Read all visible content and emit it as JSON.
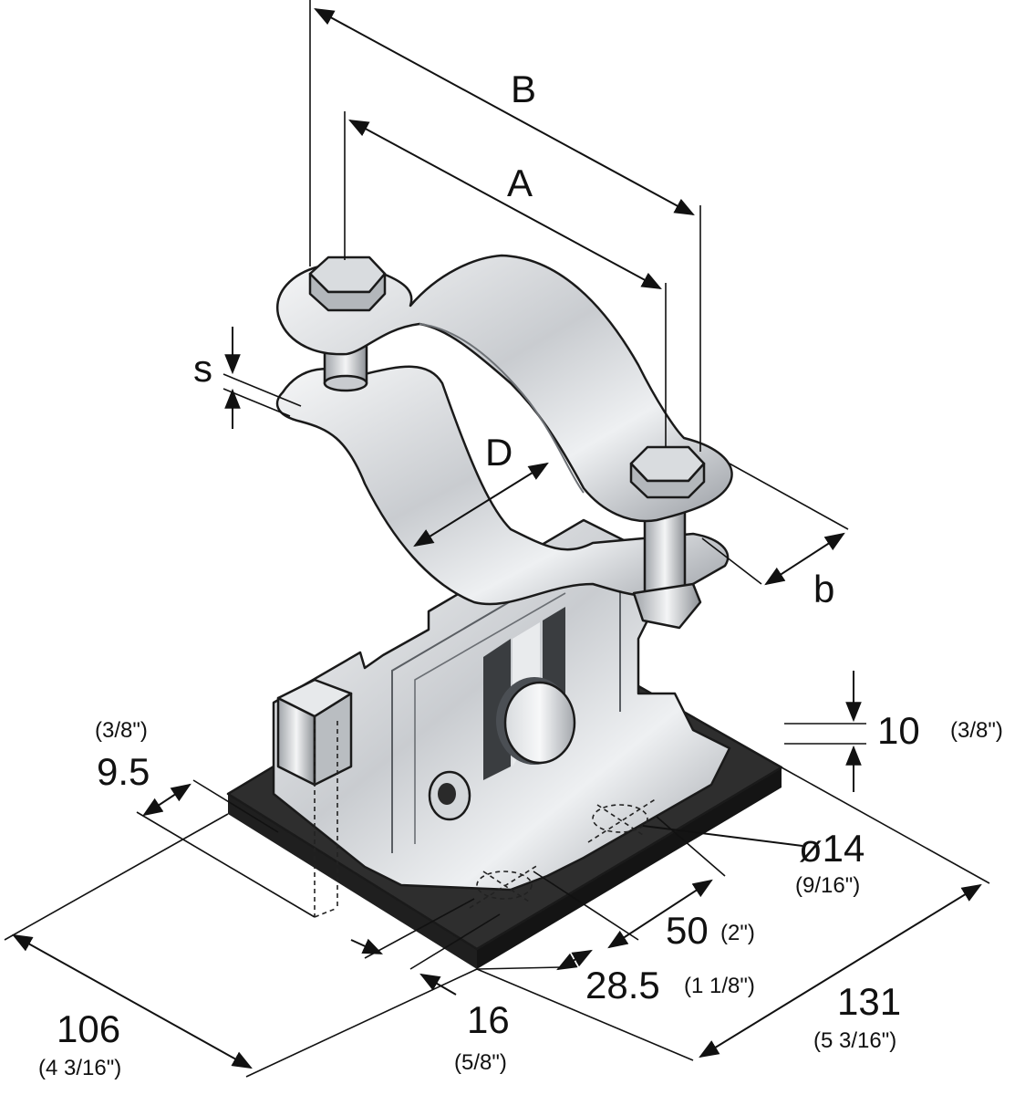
{
  "labels": {
    "B": "B",
    "A": "A",
    "s": "s",
    "D": "D",
    "b": "b",
    "thickness_mm": "10",
    "thickness_in": "(3/8\")",
    "offset_mm": "9.5",
    "offset_in": "(3/8\")",
    "hole_mm": "ø14",
    "hole_in": "(9/16\")",
    "hole_spacing_mm": "50",
    "hole_spacing_in": "(2\")",
    "hole_edge_mm": "28.5",
    "hole_edge_in": "(1 1/8\")",
    "length_mm": "131",
    "length_in": "(5 3/16\")",
    "width_mm": "106",
    "width_in": "(4 3/16\")",
    "slot_mm": "16",
    "slot_in": "(5/8\")"
  },
  "colors": {
    "base_plate": "#2b2b2b",
    "metal_light": "#eef0f2",
    "metal_dark": "#8c9096",
    "line": "#111111"
  }
}
